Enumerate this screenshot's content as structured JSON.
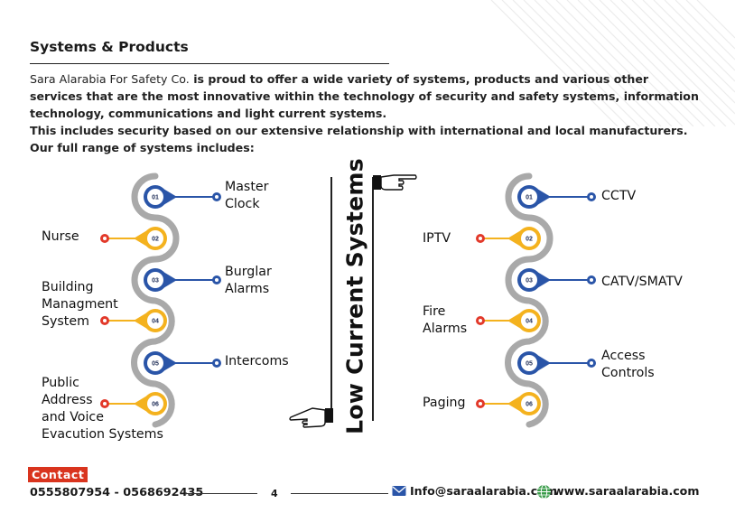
{
  "section_title": "Systems & Products",
  "intro": {
    "company": "Sara  Alarabia For Safety Co.",
    "line1_rest": "  is proud to offer a wide variety of systems, products and various other services that are the most innovative within the technology of security and safety systems, information technology, communications and light current systems.",
    "line2": "This includes security based on our extensive relationship with international and local manufacturers. Our full range of systems includes:"
  },
  "center_title": "Low Current Systems",
  "left_list": {
    "items": [
      {
        "num": "01",
        "label": "Master\nClock"
      },
      {
        "num": "02",
        "label": "Nurse"
      },
      {
        "num": "03",
        "label": "Burglar\nAlarms"
      },
      {
        "num": "04",
        "label": "Building\nManagment\nSystem"
      },
      {
        "num": "05",
        "label": "Intercoms"
      },
      {
        "num": "06",
        "label": "Public\nAddress\nand Voice\nEvacution Systems"
      }
    ]
  },
  "right_list": {
    "items": [
      {
        "num": "01",
        "label": "CCTV"
      },
      {
        "num": "02",
        "label": "IPTV"
      },
      {
        "num": "03",
        "label": "CATV/SMATV"
      },
      {
        "num": "04",
        "label": "Fire\nAlarms"
      },
      {
        "num": "05",
        "label": "Access\nControls"
      },
      {
        "num": "06",
        "label": "Paging"
      }
    ]
  },
  "colors": {
    "blue": "#2a55a8",
    "yellow": "#f4b21e",
    "red": "#e2392a",
    "gray_snake": "#a9a9a9",
    "contact_bg": "#d9341e"
  },
  "footer": {
    "contact_label": "Contact",
    "phones": "0555807954 - 0568692435",
    "page_number": "4",
    "email": "Info@saraalarabia.com",
    "website": "www.saraalarabia.com",
    "email_icon": "envelope-icon",
    "web_icon": "globe-icon"
  }
}
